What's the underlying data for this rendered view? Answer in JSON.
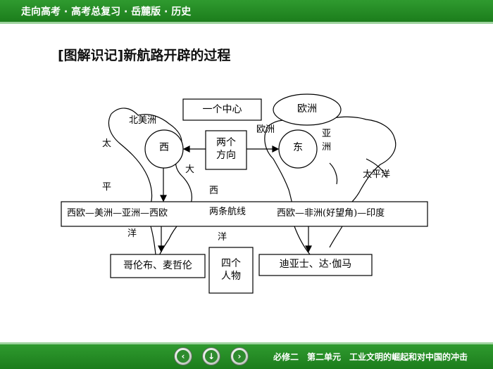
{
  "header": {
    "title": "走向高考 · 高考总复习 · 岳麓版 · 历史"
  },
  "heading": "[图解识记]新航路开辟的过程",
  "diagram": {
    "center_box": "一个中心",
    "europe_oval": "欧洲",
    "west_circle": "西",
    "east_circle": "东",
    "directions_box_line1": "两个",
    "directions_box_line2": "方向",
    "routes_west": "西欧—美洲—亚洲—西欧",
    "routes_center": "两条航线",
    "routes_east": "西欧—非洲(好望角)—印度",
    "persons_box_line1": "四个",
    "persons_box_line2": "人物",
    "west_persons": "哥伦布、麦哲伦",
    "east_persons": "迪亚士、达·伽马",
    "map_labels": {
      "north_america": "北美洲",
      "europe": "欧洲",
      "asia_1": "亚",
      "asia_2": "洲",
      "pacific_right": "太平洋",
      "pacific_left_1": "太",
      "pacific_left_2": "平",
      "pacific_left_3": "洋",
      "atlantic_1": "大",
      "atlantic_2": "西",
      "atlantic_3": "洋"
    }
  },
  "footer": {
    "text": "必修二　第二单元　工业文明的崛起和对中国的冲击",
    "buttons": {
      "prev": "‹",
      "down": "↓",
      "next": "›"
    }
  }
}
